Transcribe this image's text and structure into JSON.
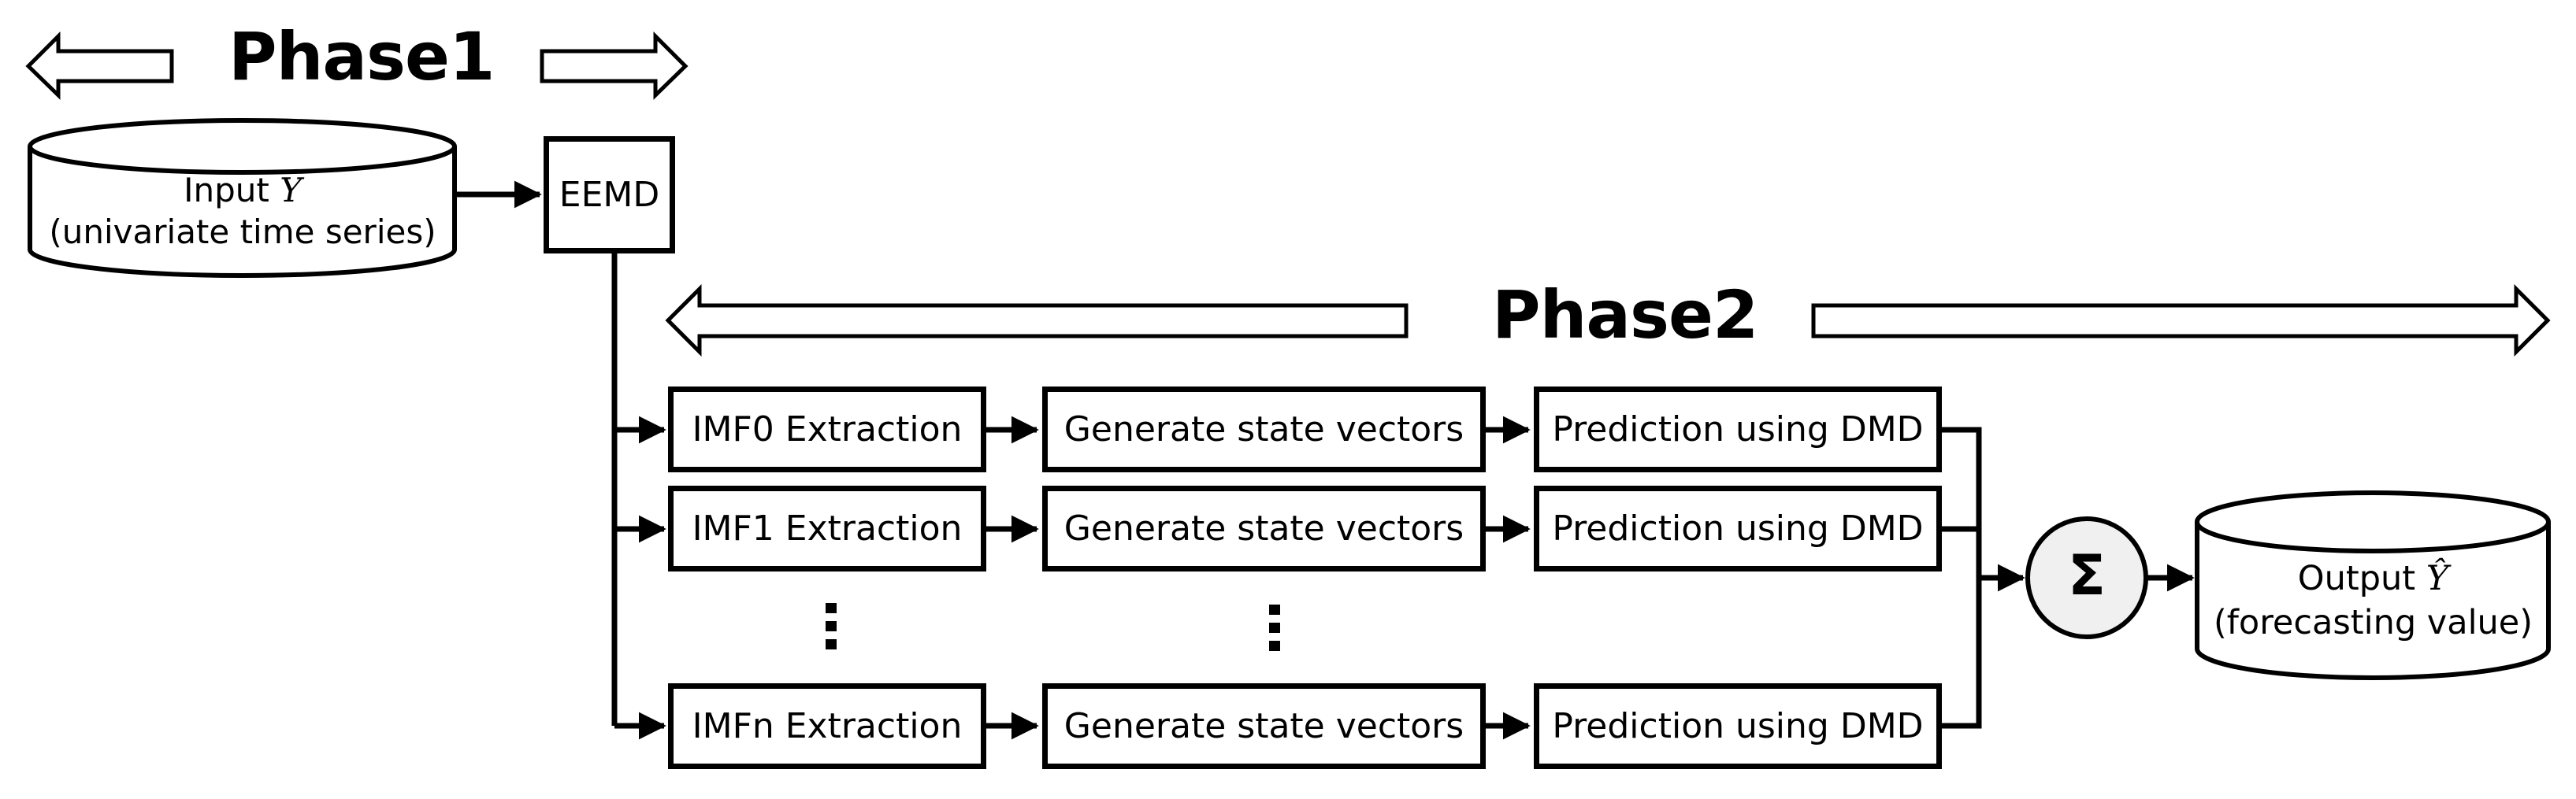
{
  "colors": {
    "background": "#ffffff",
    "stroke": "#000000",
    "node_fill": "#ffffff",
    "sum_fill": "#f0f0f0"
  },
  "phase1": {
    "label": "Phase1"
  },
  "phase2": {
    "label": "Phase2"
  },
  "input_store": {
    "prefix": "Input ",
    "variable": "Y",
    "subtitle": "(univariate time series)"
  },
  "eemd": {
    "label": "EEMD"
  },
  "pipeline_rows": [
    {
      "extraction": "IMF0 Extraction",
      "generate": "Generate state vectors",
      "prediction": "Prediction using DMD"
    },
    {
      "extraction": "IMF1 Extraction",
      "generate": "Generate state vectors",
      "prediction": "Prediction using DMD"
    },
    {
      "extraction": "IMFn Extraction",
      "generate": "Generate state vectors",
      "prediction": "Prediction using DMD"
    }
  ],
  "ellipsis": {
    "symbol": "⋮"
  },
  "sum_node": {
    "symbol": "Σ"
  },
  "output_store": {
    "prefix": "Output ",
    "variable": "Ŷ",
    "subtitle": "(forecasting value)"
  }
}
